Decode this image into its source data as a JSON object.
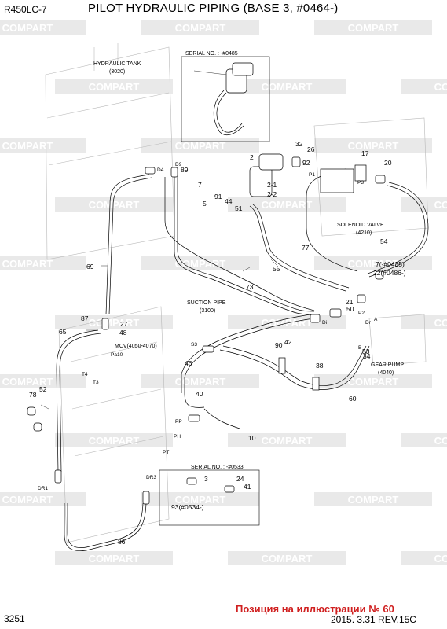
{
  "header": {
    "model": "R450LC-7",
    "title": "PILOT HYDRAULIC PIPING (BASE 3, #0464-)"
  },
  "footer": {
    "page": "3251",
    "position_note": "Позиция на иллюстрации № 60",
    "revision": "2015. 3.31  REV.15C"
  },
  "watermark": {
    "text": "COMPART",
    "color": "#e9e9e9"
  },
  "colors": {
    "line": "#000000",
    "machine": "#b8b8b8",
    "note": "#d02020"
  },
  "captions": {
    "hydraulic_tank": "HYDRAULIC TANK",
    "hydraulic_tank_ref": "(3020)",
    "serial_top": "SERIAL NO. : -#0485",
    "solenoid_valve": "SOLENOID VALVE",
    "solenoid_valve_ref": "(4210)",
    "suction_pipe": "SUCTION PIPE",
    "suction_pipe_ref": "(3100)",
    "mcv": "MCV(4050-4070)",
    "gear_pump": "GEAR PUMP",
    "gear_pump_ref": "(4040)",
    "serial_bottom": "SERIAL NO. : -#0533",
    "note_7": "7(-#0485)",
    "note_22": "22(#0486-)",
    "note_93": "93(#0534-)"
  },
  "ports": [
    "D4",
    "D9",
    "P1",
    "P3",
    "P2",
    "A",
    "B",
    "S3",
    "Pa10",
    "T4",
    "T3",
    "DR1",
    "DR3",
    "PP",
    "PH",
    "PT",
    "Di",
    "Dr"
  ],
  "callouts": [
    "2",
    "2-1",
    "2-2",
    "3",
    "5",
    "7",
    "10",
    "17",
    "20",
    "21",
    "24",
    "26",
    "27",
    "32",
    "34",
    "38",
    "40",
    "41",
    "42",
    "44",
    "46",
    "48",
    "50",
    "51",
    "52",
    "53",
    "54",
    "55",
    "60",
    "65",
    "69",
    "73",
    "77",
    "78",
    "86",
    "87",
    "89",
    "90",
    "91",
    "92"
  ]
}
